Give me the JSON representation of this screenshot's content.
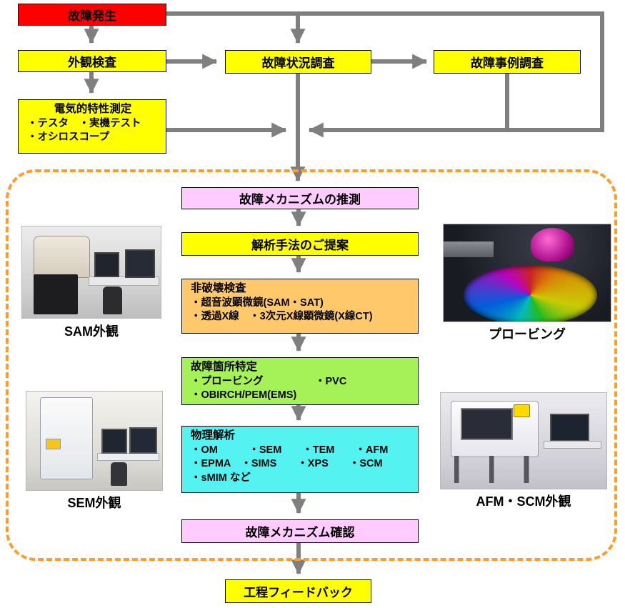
{
  "colors": {
    "start_red": "#ff0000",
    "step_yellow": "#ffff00",
    "step_pink": "#ffccff",
    "step_orange": "#ffc96b",
    "step_green": "#a4f257",
    "step_cyan": "#55f2f2",
    "frame_orange": "#ff9c2a",
    "arrow_gray": "#7f7f7f"
  },
  "nodes": {
    "failure_occurrence": {
      "label": "故障発生"
    },
    "visual_inspection": {
      "label": "外観検査"
    },
    "failure_status_survey": {
      "label": "故障状況調査"
    },
    "failure_case_survey": {
      "label": "故障事例調査"
    },
    "electrical_measurement": {
      "title": "電気的特性測定",
      "lines": [
        "・テスタ　・実機テスト",
        "・オシロスコープ"
      ]
    },
    "mechanism_estimation": {
      "label": "故障メカニズムの推測"
    },
    "method_proposal": {
      "label": "解析手法のご提案"
    },
    "nondestructive_inspection": {
      "title": "非破壊検査",
      "lines": [
        "・超音波顕微鏡(SAM・SAT)",
        "・透過X線　・3次元X線顕微鏡(X線CT)"
      ]
    },
    "fault_localization": {
      "title": "故障箇所特定",
      "lines": [
        "・プロービング　　　　　・PVC",
        "・OBIRCH/PEM(EMS)"
      ]
    },
    "physical_analysis": {
      "title": "物理解析",
      "lines": [
        "・OM　　　・SEM　　・TEM　　・AFM",
        "・EPMA　・SIMS　　・XPS　　・SCM",
        "・sMIM など"
      ]
    },
    "mechanism_confirmation": {
      "label": "故障メカニズム確認"
    },
    "process_feedback": {
      "label": "工程フィードバック"
    }
  },
  "photos": {
    "sam": {
      "caption": "SAM外観"
    },
    "probing": {
      "caption": "プロービング"
    },
    "sem": {
      "caption": "SEM外観"
    },
    "afm_scm": {
      "caption": "AFM・SCM外観"
    }
  }
}
